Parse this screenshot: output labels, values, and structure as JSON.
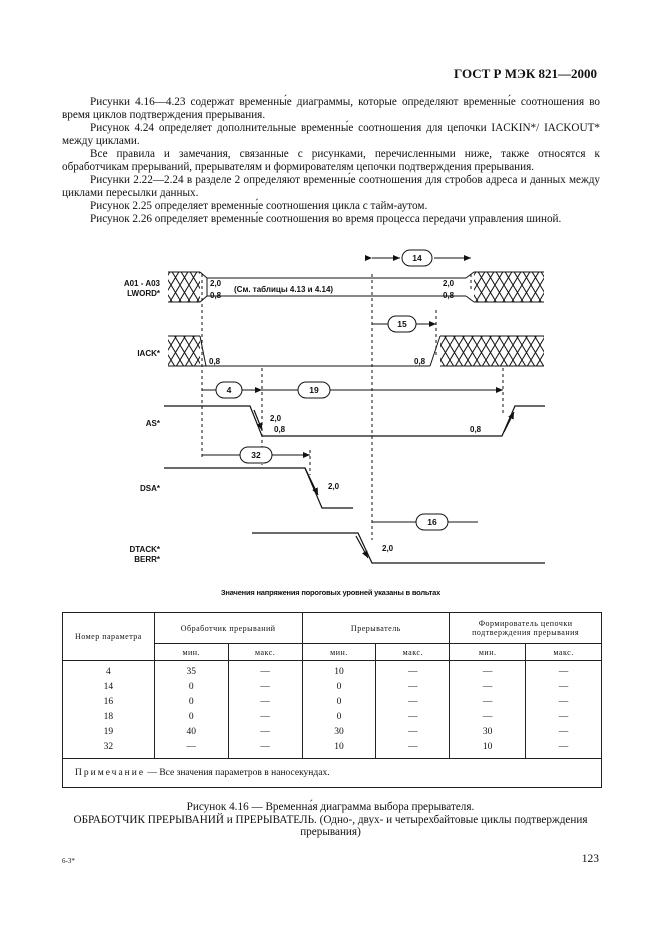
{
  "header": {
    "doc_code": "ГОСТ Р МЭК 821—2000"
  },
  "intro": [
    "Рисунки 4.16—4.23 содержат временны́е диаграммы, которые определяют временны́е соотношения во время циклов подтверждения прерывания.",
    "Рисунок 4.24 определяет дополнительные временны́е соотношения для цепочки IACKIN*/ IACKOUT* между циклами.",
    "Все правила и замечания, связанные с рисунками, перечисленными ниже, также относятся к обработчикам прерываний, прерывателям и формирователям цепочки подтверждения прерывания.",
    "Рисунки 2.22—2.24 в разделе 2 определяют временны́е соотношения для стробов адреса и данных между циклами пересылки данных.",
    "Рисунок 2.25 определяет временны́е соотношения цикла с тайм-аутом.",
    "Рисунок 2.26 определяет временны́е соотношения во время процесса передачи управления шиной."
  ],
  "diagram": {
    "signals": {
      "addr_line1": "A01 - A03",
      "addr_line2": "LWORD*",
      "iack": "IACK*",
      "as": "AS*",
      "dsa": "DSA*",
      "dtack_line1": "DTACK*",
      "dtack_line2": "BERR*"
    },
    "levels": {
      "addr_high_left": "2,0",
      "addr_low_left": "0,8",
      "addr_high_right": "2,0",
      "addr_low_right": "0,8",
      "iack_low_left": "0,8",
      "iack_low_right": "0,8",
      "as_high": "2,0",
      "as_low_fall": "0,8",
      "as_low_rise": "0,8",
      "dsa_high": "2,0",
      "dtack_high": "2,0"
    },
    "addr_note": "(См. таблицы 4.13 и 4.14)",
    "param_bubbles": {
      "p14": "14",
      "p15": "15",
      "p4": "4",
      "p19": "19",
      "p32": "32",
      "p16": "16"
    },
    "units_caption": "Значения напряжения пороговых уровней указаны в вольтах"
  },
  "table": {
    "param_header": "Номер параметра",
    "groups": [
      "Обработчик прерываний",
      "Прерыватель",
      "Формирователь цепочки подтверждения прерывания"
    ],
    "min": "мин.",
    "max": "макс.",
    "rows": [
      [
        "4",
        "35",
        "—",
        "10",
        "—",
        "—",
        "—"
      ],
      [
        "14",
        "0",
        "—",
        "0",
        "—",
        "—",
        "—"
      ],
      [
        "16",
        "0",
        "—",
        "0",
        "—",
        "—",
        "—"
      ],
      [
        "18",
        "0",
        "—",
        "0",
        "—",
        "—",
        "—"
      ],
      [
        "19",
        "40",
        "—",
        "30",
        "—",
        "30",
        "—"
      ],
      [
        "32",
        "—",
        "—",
        "10",
        "—",
        "10",
        "—"
      ]
    ],
    "note_label": "Примечание",
    "note_text": " — Все значения параметров в наносекундах."
  },
  "caption": {
    "line1": "Рисунок 4.16 — Временна́я диаграмма выбора прерывателя.",
    "line2": "ОБРАБОТЧИК ПРЕРЫВАНИЙ и ПРЕРЫВАТЕЛЬ. (Одно-, двух- и четырехбайтовые циклы подтверждения прерывания)"
  },
  "footer": {
    "sheet_mark": "6-3*",
    "page_number": "123"
  }
}
